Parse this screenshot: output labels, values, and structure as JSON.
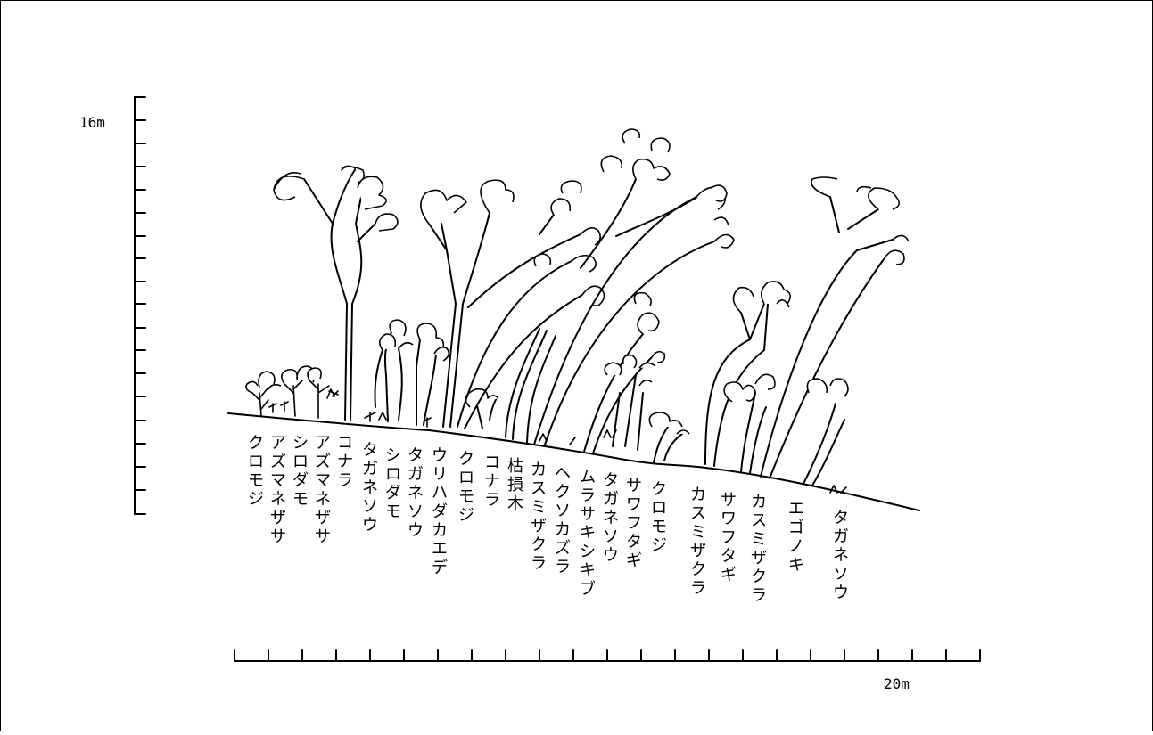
{
  "axes": {
    "height_label": "16m",
    "distance_label": "20m"
  },
  "species_labels": [
    "クロモジ",
    "アズマネザサ",
    "シロダモ",
    "アズマネザサ",
    "コナラ",
    "タガネソウ",
    "シロダモ",
    "タガネソウ",
    "ウリハダカエデ",
    "クロモジ",
    "コナラ",
    "枯損木",
    "カスミザクラ",
    "ヘクソカズラ",
    "ムラサキシキブ",
    "タガネソウ",
    "サワフタギ",
    "クロモジ",
    "カスミザクラ",
    "サワフタギ",
    "カスミザクラ",
    "エゴノキ",
    "タガネソウ"
  ]
}
